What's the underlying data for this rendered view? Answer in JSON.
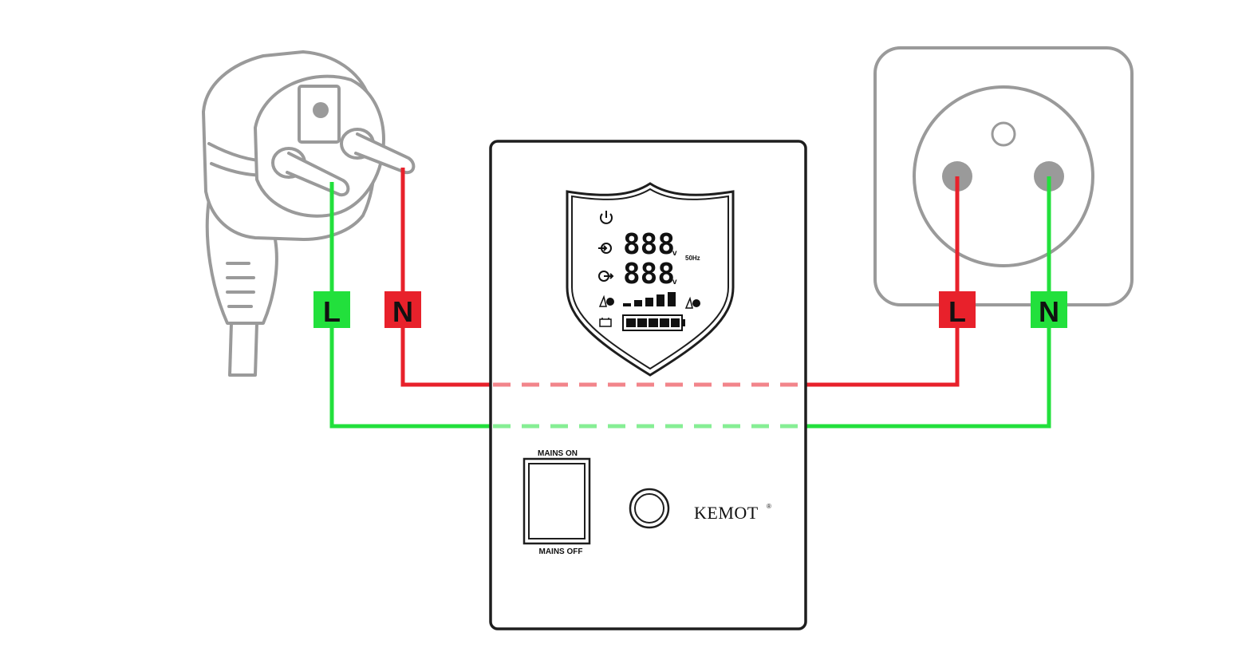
{
  "colors": {
    "live_wire": "#e8212b",
    "neutral_wire": "#22e03c",
    "outline": "#9a9a9a",
    "device_border": "#1e1e1e",
    "text": "#111111"
  },
  "plug": {
    "badge_l": "L",
    "badge_n": "N"
  },
  "socket": {
    "badge_l": "L",
    "badge_n": "N"
  },
  "display": {
    "input_voltage": "888",
    "input_unit": "v",
    "output_voltage": "888",
    "output_unit": "v",
    "frequency": "50Hz",
    "icons": [
      "power-icon",
      "input-icon",
      "output-icon",
      "load-icon",
      "battery-icon"
    ]
  },
  "switch": {
    "on_label": "MAINS ON",
    "off_label": "MAINS OFF"
  },
  "brand": {
    "name": "KEMOT",
    "registered": "®"
  }
}
